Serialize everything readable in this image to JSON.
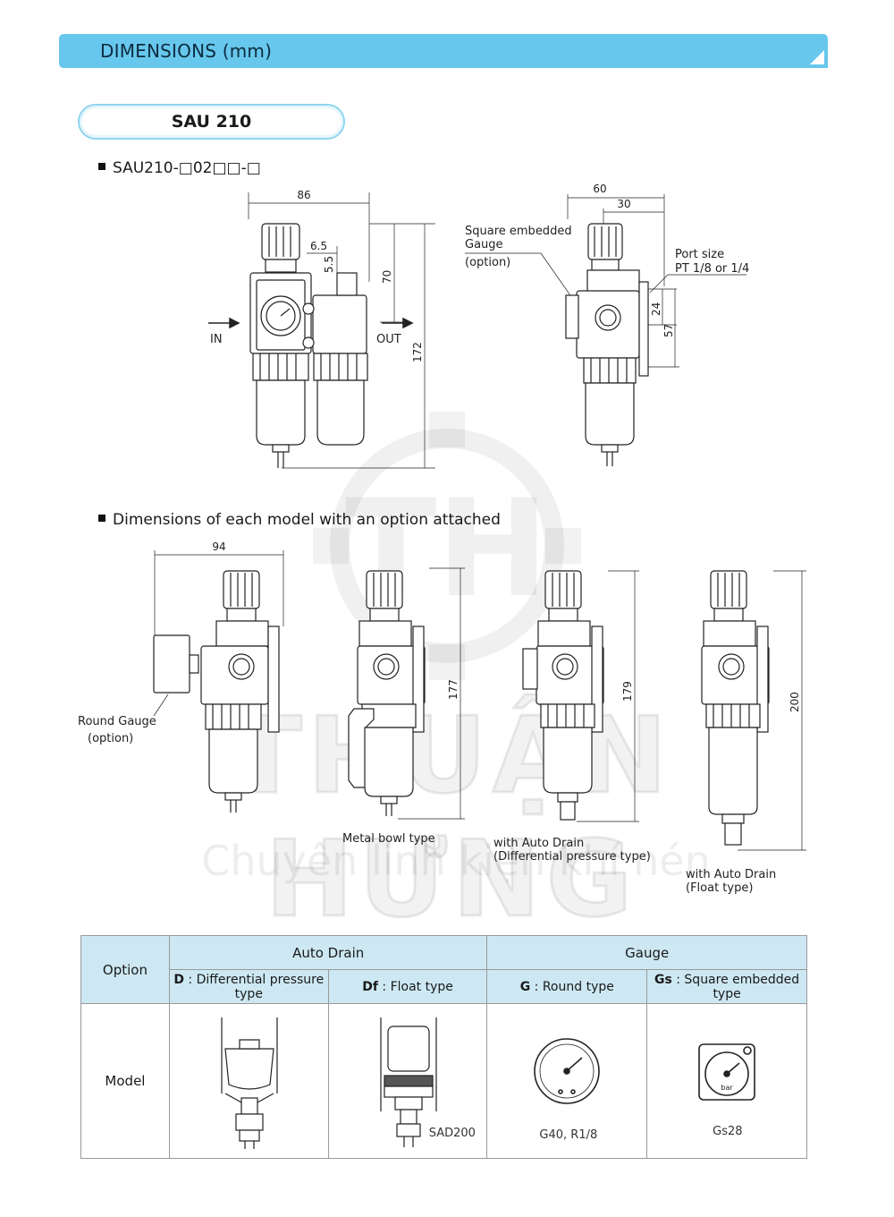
{
  "header": {
    "title": "DIMENSIONS (mm)"
  },
  "model": {
    "name": "SAU 210"
  },
  "section1": {
    "title": "SAU210-□02□□-□"
  },
  "section2": {
    "title": "Dimensions of each model with an option attached"
  },
  "drawing1": {
    "dims": {
      "width": "86",
      "d65": "6.5",
      "d55": "5.5",
      "d70": "70",
      "d172": "172"
    },
    "in_label": "IN",
    "out_label": "OUT"
  },
  "drawing2": {
    "dims": {
      "d60": "60",
      "d30": "30",
      "d24": "24",
      "d57": "57"
    },
    "gauge_label_1": "Square embedded",
    "gauge_label_2": "Gauge",
    "gauge_label_3": "(option)",
    "port_label_1": "Port size",
    "port_label_2": "PT 1/8 or 1/4"
  },
  "variants": {
    "round": {
      "dim": "94",
      "label_1": "Round Gauge",
      "label_2": "(option)"
    },
    "metal": {
      "dim": "177",
      "label": "Metal bowl type"
    },
    "diff": {
      "dim": "179",
      "label_1": "with Auto Drain",
      "label_2": "(Differential pressure type)"
    },
    "float": {
      "dim": "200",
      "label_1": "with Auto Drain",
      "label_2": "(Float type)"
    }
  },
  "watermark": {
    "main": "THUẬN HƯNG",
    "sub": "Chuyên linh kiện khí nén",
    "logo": "TH"
  },
  "table": {
    "option_header": "Option",
    "auto_drain_header": "Auto Drain",
    "gauge_header": "Gauge",
    "d_code": "D",
    "d_desc": " : Differential pressure type",
    "df_code": "Df",
    "df_desc": " : Float type",
    "g_code": "G",
    "g_desc": " : Round type",
    "gs_code": "Gs",
    "gs_desc": " : Square embedded  type",
    "model_label": "Model",
    "df_caption": "SAD200",
    "g_caption": "G40, R1/8",
    "gs_caption": "Gs28",
    "gauge_unit": "bar"
  },
  "colors": {
    "accent": "#67c7ec",
    "table_header": "#cde8f3",
    "pill_border": "#8fd4ee"
  }
}
